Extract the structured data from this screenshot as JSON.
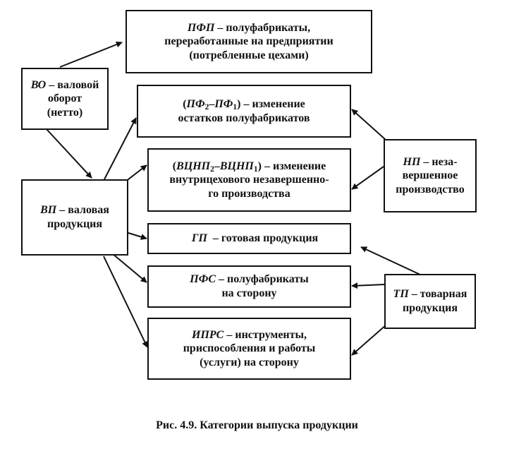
{
  "boxes": {
    "pfp": {
      "abbr": "ПФП",
      "line1": " – полуфабрикаты,",
      "line2": "переработанные на предприятии",
      "line3": "(потребленные цехами)"
    },
    "vo": {
      "abbr": "ВО",
      "line1": " – валовой",
      "line2": "оборот",
      "line3": "(нетто)"
    },
    "dpf": {
      "open": "(",
      "a": "ПФ",
      "a_sub": "2",
      "dash": "–",
      "b": "ПФ",
      "b_sub": "1",
      "close": ")",
      "line1": " – изменение",
      "line2": "остатков полуфабрикатов"
    },
    "dvcnp": {
      "open": "(",
      "a": "ВЦНП",
      "a_sub": "2",
      "dash": "–",
      "b": "ВЦНП",
      "b_sub": "1",
      "close": ")",
      "line1": " – изменение",
      "line2": "внутрицехового незавершенно-",
      "line3": "го производства"
    },
    "np": {
      "abbr": "НП",
      "line1": " – неза-",
      "line2": "вершенное",
      "line3": "производство"
    },
    "vp": {
      "abbr": "ВП",
      "line1": " – валовая",
      "line2": "продукция"
    },
    "gp": {
      "abbr": "ГП",
      "line1": "  – готовая продукция"
    },
    "pfs": {
      "abbr": "ПФС",
      "line1": " – полуфабрикаты",
      "line2": "на сторону"
    },
    "tp": {
      "abbr": "ТП",
      "line1": " – товарная",
      "line2": "продукция"
    },
    "iprs": {
      "abbr": "ИПРС",
      "line1": " – инструменты,",
      "line2": "приспособления и работы",
      "line3": "(услуги) на сторону"
    }
  },
  "caption": "Рис. 4.9. Категории выпуска продукции",
  "colors": {
    "stroke": "#111111",
    "background": "#ffffff"
  }
}
